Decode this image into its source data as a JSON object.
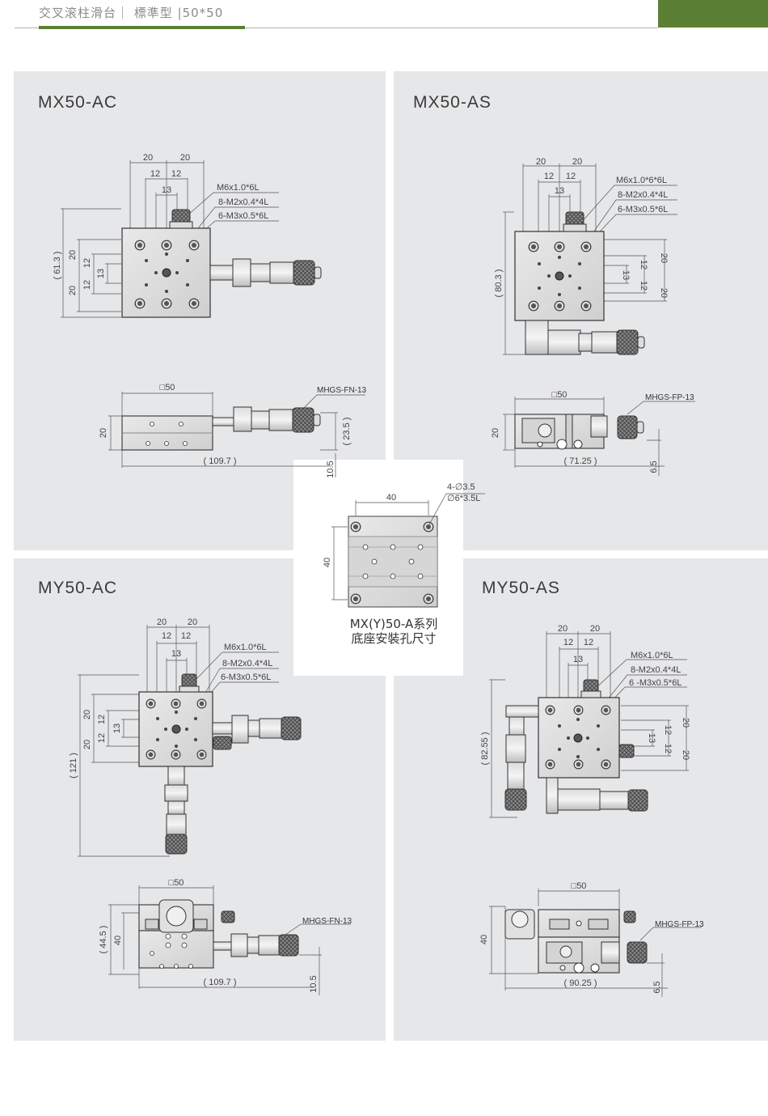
{
  "header": {
    "title": "交叉滚柱滑台｜ 標準型 |50*50"
  },
  "panels": [
    {
      "title": "MX50-AC"
    },
    {
      "title": "MX50-AS"
    },
    {
      "title": "MY50-AC"
    },
    {
      "title": "MY50-AS"
    }
  ],
  "base": {
    "caption_line1": "MX(Y)50-A系列",
    "caption_line2": "底座安裝孔尺寸",
    "holes_label": "4-∅3.5",
    "counterbore_label": "∅6*3.5L",
    "width": "40",
    "height": "40"
  },
  "mx50ac": {
    "top20a": "20",
    "top20b": "20",
    "top12a": "12",
    "top12b": "12",
    "top13": "13",
    "note1": "M6x1.0*6L",
    "note2": "8-M2x0.4*4L",
    "note3": "6-M3x0.5*6L",
    "overall": "( 61.3 )",
    "left20a": "20",
    "left20b": "20",
    "left12a": "12",
    "left12b": "12",
    "left13": "13",
    "side_sq": "□50",
    "side_h": "20",
    "side_len": "( 109.7 )",
    "side_23": "( 23.5 )",
    "side_105": "10.5",
    "mic": "MHGS-FN-13"
  },
  "mx50as": {
    "top20a": "20",
    "top20b": "20",
    "top12a": "12",
    "top12b": "12",
    "top13": "13",
    "note1": "M6x1.0*6*6L",
    "note2": "8-M2x0.4*4L",
    "note3": "6-M3x0.5*6L",
    "overall": "( 80.3 )",
    "r20a": "20",
    "r20b": "20",
    "r12a": "12",
    "r12b": "12",
    "r13": "13",
    "side_sq": "□50",
    "side_h": "20",
    "side_len": "( 71.25 )",
    "side_65": "6.5",
    "mic": "MHGS-FP-13"
  },
  "my50ac": {
    "top20a": "20",
    "top20b": "20",
    "top12a": "12",
    "top12b": "12",
    "top13": "13",
    "note1": "M6x1.0*6L",
    "note2": "8-M2x0.4*4L",
    "note3": "6-M3x0.5*6L",
    "overall": "( 121 )",
    "left20a": "20",
    "left20b": "20",
    "left12a": "12",
    "left12b": "12",
    "left13": "13",
    "side_sq": "□50",
    "side_445": "( 44.5 )",
    "side_40": "40",
    "side_len": "( 109.7 )",
    "side_105": "10.5",
    "mic": "MHGS-FN-13"
  },
  "my50as": {
    "top20a": "20",
    "top20b": "20",
    "top12a": "12",
    "top12b": "12",
    "top13": "13",
    "note1": "M6x1.0*6L",
    "note2": "8-M2x0.4*4L",
    "note3": "6 -M3x0.5*6L",
    "overall": "( 82.55 )",
    "r20a": "20",
    "r20b": "20",
    "r12a": "12",
    "r12b": "12",
    "r13": "13",
    "side_sq": "□50",
    "side_40": "40",
    "side_len": "( 90.25 )",
    "side_65": "6.5",
    "mic": "MHGS-FP-13"
  }
}
